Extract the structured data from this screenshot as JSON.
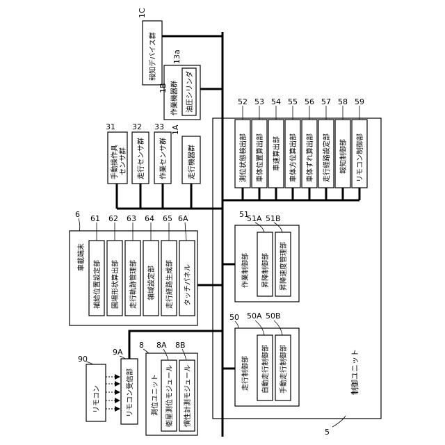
{
  "control_unit": {
    "ref": "5",
    "label": "制御ユニット"
  },
  "notification_devices": {
    "ref": "1C",
    "label": "報知デバイス群"
  },
  "work_devices": {
    "ref": "1B",
    "label": "作業機器群",
    "cylinder_ref": "13a",
    "cylinder_label": "油圧シリンダ"
  },
  "travel_devices": {
    "ref": "1A",
    "label": "走行機器群"
  },
  "sensors": [
    {
      "ref": "31",
      "label": "手動操作具センサ群"
    },
    {
      "ref": "32",
      "label": "走行センサ群"
    },
    {
      "ref": "33",
      "label": "作業センサ群"
    }
  ],
  "function_units": [
    {
      "ref": "52",
      "label": "測位状態検出部"
    },
    {
      "ref": "53",
      "label": "車体位置算出部"
    },
    {
      "ref": "54",
      "label": "車速算出部"
    },
    {
      "ref": "55",
      "label": "車体方位算出部"
    },
    {
      "ref": "56",
      "label": "車体ずれ算出部"
    },
    {
      "ref": "57",
      "label": "走行経路設定部"
    },
    {
      "ref": "58",
      "label": "報知制御部"
    },
    {
      "ref": "59",
      "label": "リモコン制御部"
    }
  ],
  "terminal": {
    "ref": "6",
    "label": "車載端末",
    "items": [
      {
        "ref": "61",
        "label": "補給位置設定部"
      },
      {
        "ref": "62",
        "label": "圃場形状算出部"
      },
      {
        "ref": "63",
        "label": "走行軌跡管理部"
      },
      {
        "ref": "64",
        "label": "領域設定部"
      },
      {
        "ref": "65",
        "label": "走行経路生成部"
      },
      {
        "ref": "6A",
        "label": "タッチパネル"
      }
    ]
  },
  "work_control": {
    "ref": "51",
    "label": "作業制御部",
    "items": [
      {
        "ref": "51A",
        "label": "昇降制御部"
      },
      {
        "ref": "51B",
        "label": "昇降速度管理部"
      }
    ]
  },
  "travel_control": {
    "ref": "50",
    "label": "走行制御部",
    "items": [
      {
        "ref": "50A",
        "label": "自動走行制御部"
      },
      {
        "ref": "50B",
        "label": "手動走行制御部"
      }
    ]
  },
  "positioning": {
    "ref": "8",
    "label": "測位ユニット",
    "items": [
      {
        "ref": "8A",
        "label": "衛星測位モジュール"
      },
      {
        "ref": "8B",
        "label": "慣性計測モジュール"
      }
    ]
  },
  "remote": {
    "ref": "90",
    "label": "リモコン"
  },
  "remote_receiver": {
    "ref": "9A",
    "label": "リモコン受信部"
  }
}
